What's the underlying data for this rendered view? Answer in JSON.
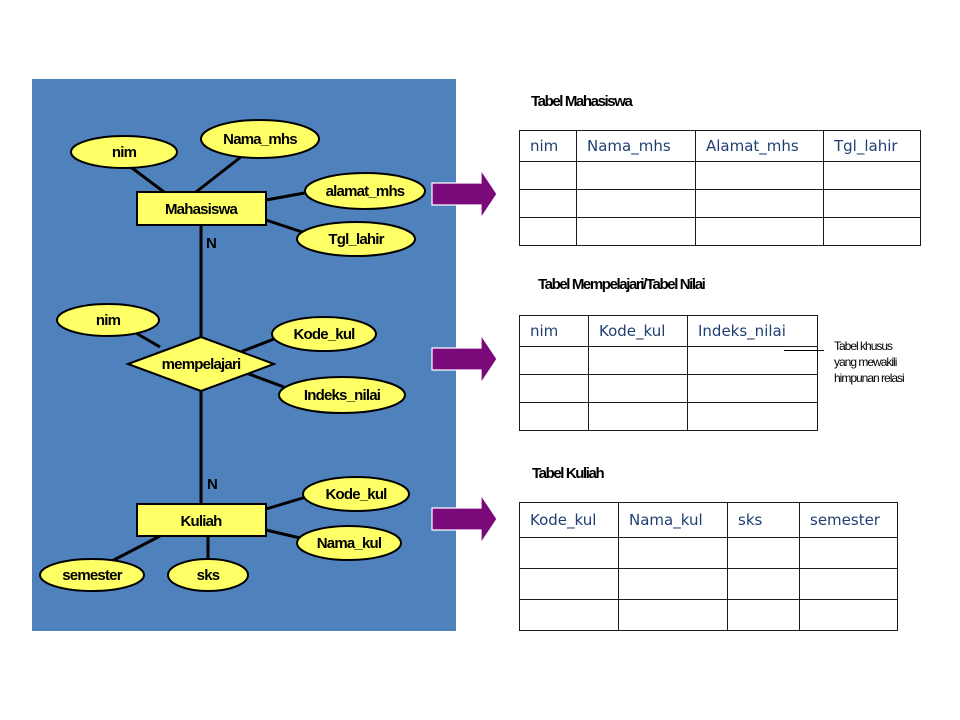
{
  "colors": {
    "background_panel": "#4f81bd",
    "shape_fill": "#ffff66",
    "arrow": "#7a0a7a",
    "table_text": "#1f3f74"
  },
  "diagram": {
    "entities": {
      "mahasiswa": "Mahasiswa",
      "kuliah": "Kuliah"
    },
    "relationship": "mempelajari",
    "cardinalities": {
      "top": "N",
      "bottom": "N"
    },
    "attributes": {
      "mahasiswa": [
        "nim",
        "Nama_mhs",
        "alamat_mhs",
        "Tgl_lahir"
      ],
      "mempelajari": [
        "nim",
        "Kode_kul",
        "Indeks_nilai"
      ],
      "kuliah": [
        "Kode_kul",
        "Nama_kul",
        "semester",
        "sks"
      ]
    }
  },
  "tables": {
    "mahasiswa": {
      "title": "Tabel Mahasiswa",
      "columns": [
        "nim",
        "Nama_mhs",
        "Alamat_mhs",
        "Tgl_lahir"
      ]
    },
    "nilai": {
      "title": "Tabel Mempelajari/Tabel Nilai",
      "columns": [
        "nim",
        "Kode_kul",
        "Indeks_nilai"
      ]
    },
    "kuliah": {
      "title": "Tabel Kuliah",
      "columns": [
        "Kode_kul",
        "Nama_kul",
        "sks",
        "semester"
      ]
    }
  },
  "note": {
    "lines": [
      "Tabel khusus",
      "yang mewakili",
      "himpunan relasi"
    ]
  }
}
